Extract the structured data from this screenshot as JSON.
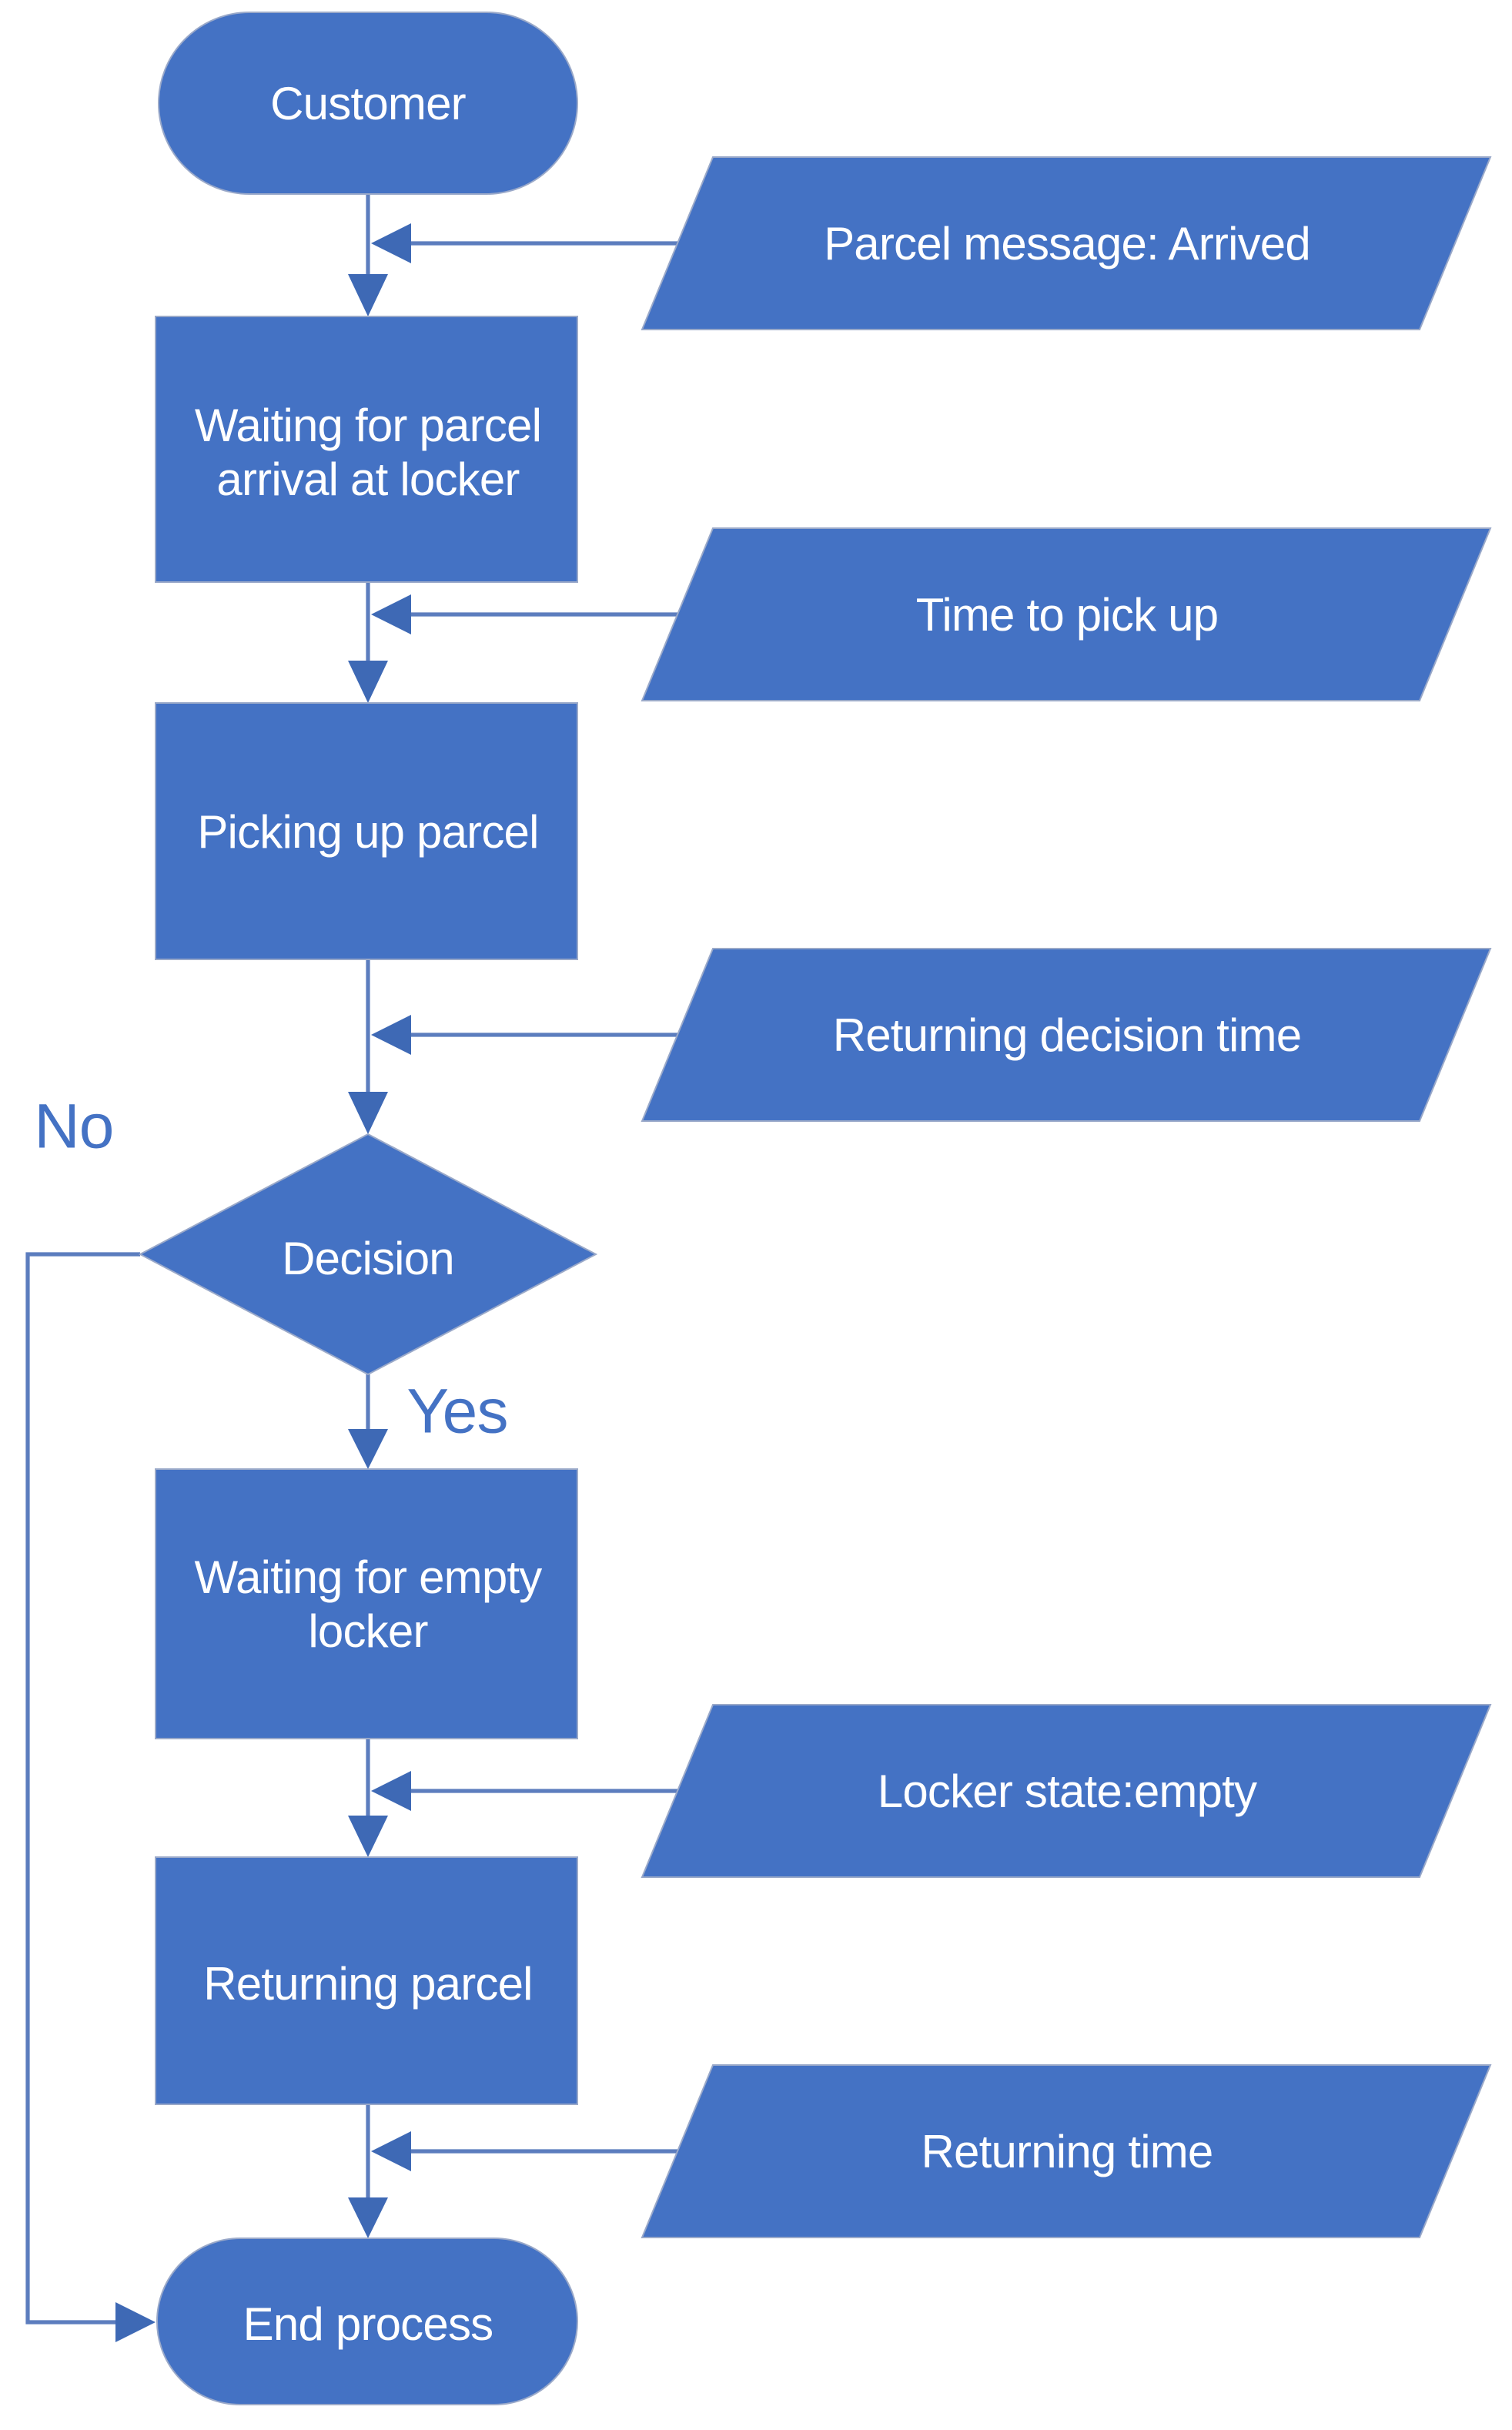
{
  "colors": {
    "shapeFill": "#4472C4",
    "shapeText": "#FFFFFF",
    "connector": "#5C7DBE",
    "arrowhead": "#3E69B5",
    "edgeLabel": "#4472C4",
    "background": "#FFFFFF"
  },
  "nodes": {
    "customer": {
      "shape": "terminator",
      "label": "Customer"
    },
    "parcelMessage": {
      "shape": "data",
      "label": "Parcel message: Arrived"
    },
    "waitingParcel": {
      "shape": "process",
      "line1": "Waiting for parcel",
      "line2": "arrival at locker"
    },
    "timeToPickUp": {
      "shape": "data",
      "label": "Time to pick up"
    },
    "pickingUp": {
      "shape": "process",
      "label": "Picking up parcel"
    },
    "returningDecision": {
      "shape": "data",
      "label": "Returning decision time"
    },
    "decision": {
      "shape": "decision",
      "label": "Decision"
    },
    "waitingEmpty": {
      "shape": "process",
      "line1": "Waiting for empty",
      "line2": "locker"
    },
    "lockerState": {
      "shape": "data",
      "label": "Locker state:empty"
    },
    "returningParcel": {
      "shape": "process",
      "label": "Returning parcel"
    },
    "returningTime": {
      "shape": "data",
      "label": "Returning time"
    },
    "endProcess": {
      "shape": "terminator",
      "label": "End process"
    }
  },
  "edgeLabels": {
    "no": "No",
    "yes": "Yes"
  }
}
